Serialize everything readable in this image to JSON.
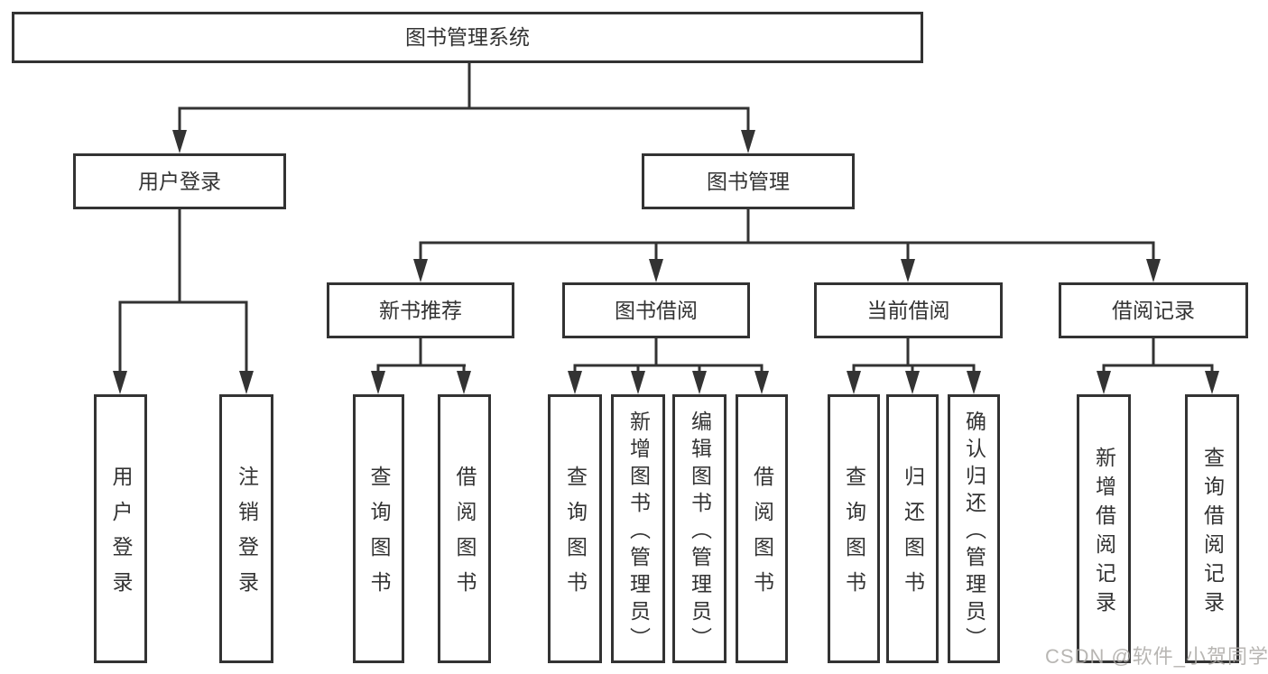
{
  "colors": {
    "line": "#333333",
    "box_border": "#333333",
    "text": "#333333",
    "background": "#ffffff",
    "watermark": "#aca9a6"
  },
  "watermark": {
    "text": "CSDN @软件_小贺同学"
  },
  "tree": {
    "label": "图书管理系统",
    "children": [
      {
        "label": "用户登录",
        "children": [
          {
            "label": "用户登录"
          },
          {
            "label": "注销登录"
          }
        ]
      },
      {
        "label": "图书管理",
        "children": [
          {
            "label": "新书推荐",
            "children": [
              {
                "label": "查询图书"
              },
              {
                "label": "借阅图书"
              }
            ]
          },
          {
            "label": "图书借阅",
            "children": [
              {
                "label": "查询图书"
              },
              {
                "label": "新增图书（管理员）"
              },
              {
                "label": "编辑图书（管理员）"
              },
              {
                "label": "借阅图书"
              }
            ]
          },
          {
            "label": "当前借阅",
            "children": [
              {
                "label": "查询图书"
              },
              {
                "label": "归还图书"
              },
              {
                "label": "确认归还（管理员）"
              }
            ]
          },
          {
            "label": "借阅记录",
            "children": [
              {
                "label": "新增借阅记录"
              },
              {
                "label": "查询借阅记录"
              }
            ]
          }
        ]
      }
    ]
  }
}
